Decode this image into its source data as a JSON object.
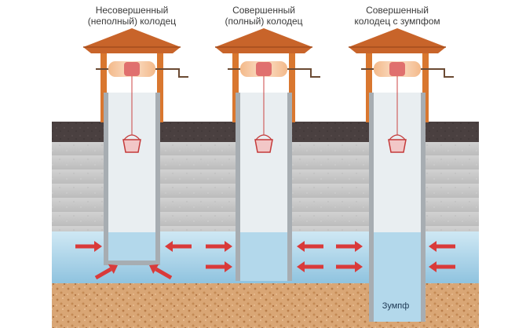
{
  "wells": [
    {
      "title_lines": [
        "Несовершенный",
        "(неполный) колодец"
      ]
    },
    {
      "title_lines": [
        "Совершенный",
        "(полный) колодец"
      ]
    },
    {
      "title_lines": [
        "Совершенный",
        "колодец с зумпфом"
      ]
    }
  ],
  "sump_label": "Зумпф",
  "colors": {
    "soil_top": "#4a4040",
    "clay": "#c9c9c9",
    "water": "#cfe8f4",
    "sand": "#d9a675",
    "roof": "#c8642a",
    "post": "#d9772f",
    "drum": "#f3b98a",
    "arrow": "#d93a3a",
    "shaft_wall": "#a7adb2"
  }
}
